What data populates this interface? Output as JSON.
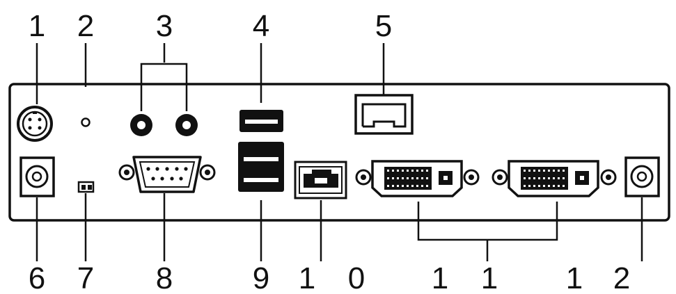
{
  "labels": {
    "top": [
      "1",
      "2",
      "3",
      "4",
      "5"
    ],
    "bottom": [
      "6",
      "7",
      "8",
      "9",
      "1",
      "0",
      "1",
      "1",
      "1",
      "2"
    ]
  },
  "colors": {
    "line": "#111111",
    "port_fill": "#ffffff",
    "background": "#ffffff"
  },
  "icons": [
    "power-jack-4pin-icon",
    "reset-pinhole-icon",
    "audio-jack-icon",
    "usb-port-icon",
    "rj45-port-icon",
    "dc-power-jack-icon",
    "dip-switch-icon",
    "db9-serial-port-icon",
    "dual-usb-port-icon",
    "sfp-port-icon",
    "dvi-port-icon"
  ]
}
